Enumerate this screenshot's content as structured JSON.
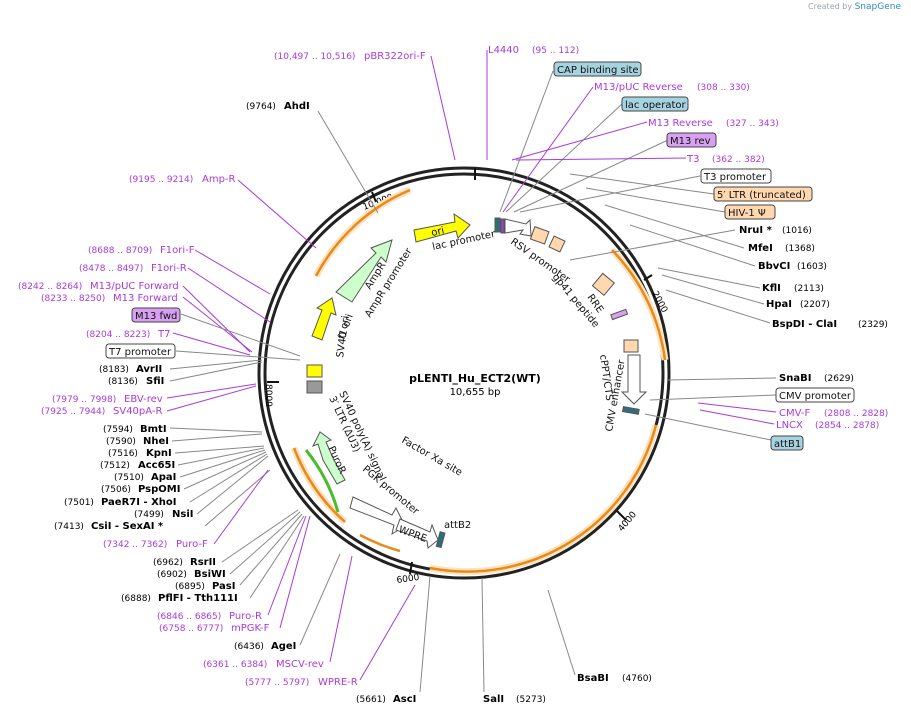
{
  "credit": {
    "prefix": "Created by",
    "brand": "SnapGene"
  },
  "plasmid": {
    "name": "pLENTI_Hu_ECT2(WT)",
    "size": "10,655 bp",
    "length": 10655
  },
  "ticks": [
    "2000",
    "4000",
    "6000",
    "8000",
    "10,000"
  ],
  "colors": {
    "primer": "#a83ad8",
    "orf": "#e88a1a",
    "promoter": "#ffffff",
    "ori": "#ffff00",
    "amp": "#ccffcc",
    "ltr": "#ffd8b0",
    "misc": "#a6d3e0",
    "rev": "#d8a0f0"
  },
  "right_labels": [
    {
      "kind": "primer",
      "name": "L4440",
      "coord": "(95 .. 112)"
    },
    {
      "kind": "box",
      "name": "CAP binding site",
      "color": "#a6d3e0"
    },
    {
      "kind": "primer",
      "name": "M13/pUC Reverse",
      "coord": "(308 .. 330)"
    },
    {
      "kind": "box",
      "name": "lac operator",
      "color": "#a6d3e0"
    },
    {
      "kind": "primer",
      "name": "M13 Reverse",
      "coord": "(327 .. 343)"
    },
    {
      "kind": "box",
      "name": "M13 rev",
      "color": "#d8a0f0"
    },
    {
      "kind": "primer",
      "name": "T3",
      "coord": "(362 .. 382)"
    },
    {
      "kind": "box",
      "name": "T3 promoter",
      "color": "#ffffff"
    },
    {
      "kind": "box",
      "name": "5′ LTR (truncated)",
      "color": "#ffd8b0"
    },
    {
      "kind": "box",
      "name": "HIV-1 Ψ",
      "color": "#ffd8b0"
    },
    {
      "kind": "site",
      "name": "NruI *",
      "coord": "(1016)"
    },
    {
      "kind": "site",
      "name": "MfeI",
      "coord": "(1368)"
    },
    {
      "kind": "site",
      "name": "BbvCI",
      "coord": "(1603)"
    },
    {
      "kind": "site",
      "name": "KflI",
      "coord": "(2113)"
    },
    {
      "kind": "site",
      "name": "HpaI",
      "coord": "(2207)"
    },
    {
      "kind": "site",
      "name": "BspDI - ClaI",
      "coord": "(2329)"
    },
    {
      "kind": "site",
      "name": "SnaBI",
      "coord": "(2629)"
    },
    {
      "kind": "box",
      "name": "CMV promoter",
      "color": "#ffffff"
    },
    {
      "kind": "primer",
      "name": "CMV-F",
      "coord": "(2808 .. 2828)"
    },
    {
      "kind": "primer",
      "name": "LNCX",
      "coord": "(2854 .. 2878)"
    },
    {
      "kind": "box",
      "name": "attB1",
      "color": "#a6d3e0"
    }
  ],
  "top_labels": [
    {
      "kind": "primer",
      "name": "pBR322ori-F",
      "coord": "(10,497 .. 10,516)"
    },
    {
      "kind": "site",
      "name": "AhdI",
      "coord": "(9764)"
    },
    {
      "kind": "primer",
      "name": "Amp-R",
      "coord": "(9195 .. 9214)"
    }
  ],
  "left_labels": [
    {
      "kind": "primer",
      "name": "F1ori-F",
      "coord": "(8688 .. 8709)"
    },
    {
      "kind": "primer",
      "name": "F1ori-R",
      "coord": "(8478 .. 8497)"
    },
    {
      "kind": "primer",
      "name": "M13/pUC Forward",
      "coord": "(8242 .. 8264)"
    },
    {
      "kind": "primer",
      "name": "M13 Forward",
      "coord": "(8233 .. 8250)"
    },
    {
      "kind": "box",
      "name": "M13 fwd",
      "color": "#d8a0f0"
    },
    {
      "kind": "primer",
      "name": "T7",
      "coord": "(8204 .. 8223)"
    },
    {
      "kind": "box",
      "name": "T7 promoter",
      "color": "#ffffff"
    },
    {
      "kind": "site",
      "name": "AvrII",
      "coord": "(8183)"
    },
    {
      "kind": "site",
      "name": "SfiI",
      "coord": "(8136)"
    },
    {
      "kind": "primer",
      "name": "EBV-rev",
      "coord": "(7979 .. 7998)"
    },
    {
      "kind": "primer",
      "name": "SV40pA-R",
      "coord": "(7925 .. 7944)"
    },
    {
      "kind": "site",
      "name": "BmtI",
      "coord": "(7594)"
    },
    {
      "kind": "site",
      "name": "NheI",
      "coord": "(7590)"
    },
    {
      "kind": "site",
      "name": "KpnI",
      "coord": "(7516)"
    },
    {
      "kind": "site",
      "name": "Acc65I",
      "coord": "(7512)"
    },
    {
      "kind": "site",
      "name": "ApaI",
      "coord": "(7510)"
    },
    {
      "kind": "site",
      "name": "PspOMI",
      "coord": "(7506)"
    },
    {
      "kind": "site",
      "name": "PaeR7I - XhoI",
      "coord": "(7501)"
    },
    {
      "kind": "site",
      "name": "NsiI",
      "coord": "(7499)"
    },
    {
      "kind": "site",
      "name": "CsiI - SexAI *",
      "coord": "(7413)"
    },
    {
      "kind": "primer",
      "name": "Puro-F",
      "coord": "(7342 .. 7362)"
    },
    {
      "kind": "site",
      "name": "RsrII",
      "coord": "(6962)"
    },
    {
      "kind": "site",
      "name": "BsiWI",
      "coord": "(6902)"
    },
    {
      "kind": "site",
      "name": "PasI",
      "coord": "(6895)"
    },
    {
      "kind": "site",
      "name": "PflFI - Tth111I",
      "coord": "(6888)"
    },
    {
      "kind": "primer",
      "name": "Puro-R",
      "coord": "(6846 .. 6865)"
    },
    {
      "kind": "primer",
      "name": "mPGK-F",
      "coord": "(6758 .. 6777)"
    },
    {
      "kind": "site",
      "name": "AgeI",
      "coord": "(6436)"
    },
    {
      "kind": "primer",
      "name": "MSCV-rev",
      "coord": "(6361 .. 6384)"
    },
    {
      "kind": "primer",
      "name": "WPRE-R",
      "coord": "(5777 .. 5797)"
    }
  ],
  "bottom_labels": [
    {
      "kind": "site",
      "name": "AscI",
      "coord": "(5661)"
    },
    {
      "kind": "site",
      "name": "SalI",
      "coord": "(5273)"
    },
    {
      "kind": "site",
      "name": "BsaBI",
      "coord": "(4760)"
    }
  ],
  "inner_labels": [
    "lac promoter",
    "RSV promoter",
    "RRE",
    "gp41 peptide",
    "cPPT/CTS",
    "CMV enhancer",
    "attB2",
    "WPRE",
    "PGK promoter",
    "Factor Xa site",
    "PuroR",
    "SV40 poly(A) signal",
    "3′ LTR (ΔU3)",
    "SV40 ori",
    "f1 ori",
    "AmpR",
    "AmpR promoter",
    "ori"
  ]
}
